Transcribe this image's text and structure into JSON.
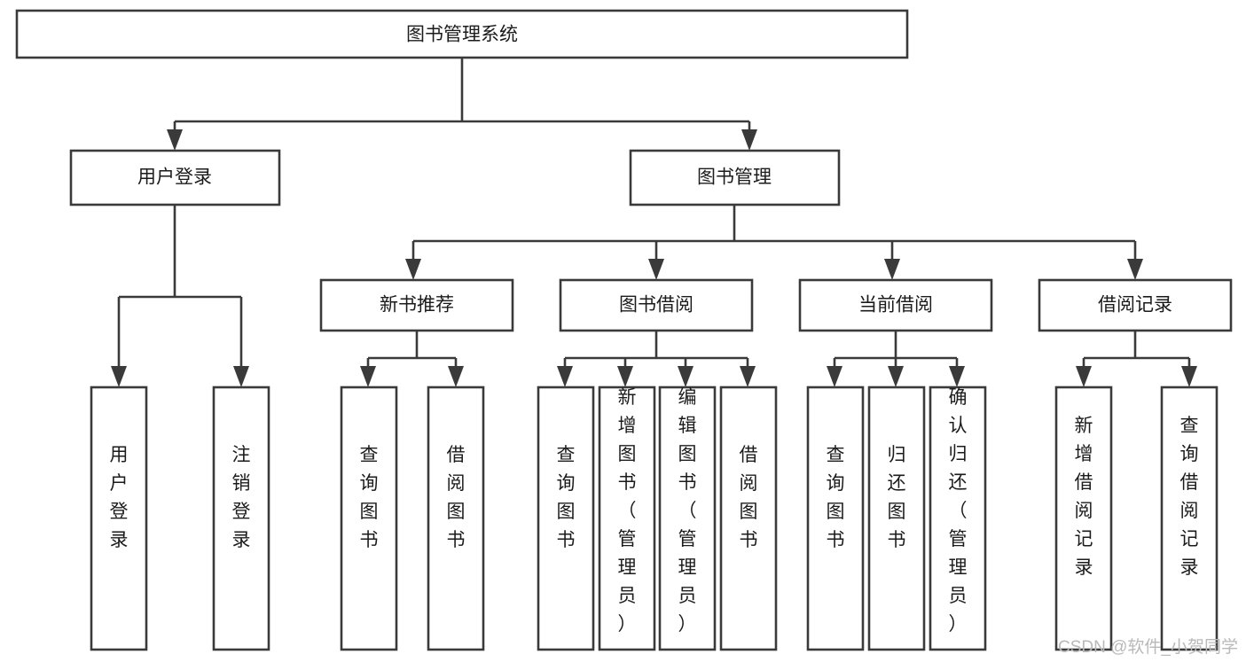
{
  "diagram": {
    "type": "tree",
    "title": "图书管理系统",
    "orientation": "top-down",
    "colors": {
      "box_fill": "#ffffff",
      "box_stroke": "#3a3a3a",
      "text": "#1b1b1b",
      "background": "#ffffff",
      "watermark": "#b9b9b9"
    },
    "levels": [
      {
        "level": 1,
        "nodes": [
          {
            "id": "root",
            "label": "图书管理系统",
            "orientation": "horizontal"
          }
        ]
      },
      {
        "level": 2,
        "nodes": [
          {
            "id": "login",
            "label": "用户登录",
            "orientation": "horizontal",
            "parent": "root"
          },
          {
            "id": "bookmgmt",
            "label": "图书管理",
            "orientation": "horizontal",
            "parent": "root"
          }
        ]
      },
      {
        "level": 3,
        "nodes": [
          {
            "id": "newbook",
            "label": "新书推荐",
            "orientation": "horizontal",
            "parent": "bookmgmt"
          },
          {
            "id": "borrow",
            "label": "图书借阅",
            "orientation": "horizontal",
            "parent": "bookmgmt"
          },
          {
            "id": "current",
            "label": "当前借阅",
            "orientation": "horizontal",
            "parent": "bookmgmt"
          },
          {
            "id": "record",
            "label": "借阅记录",
            "orientation": "horizontal",
            "parent": "bookmgmt"
          }
        ]
      },
      {
        "level": 4,
        "nodes": [
          {
            "id": "leaf-1",
            "label": "用户登录",
            "orientation": "vertical",
            "parent": "login"
          },
          {
            "id": "leaf-2",
            "label": "注销登录",
            "orientation": "vertical",
            "parent": "login"
          },
          {
            "id": "leaf-3",
            "label": "查询图书",
            "orientation": "vertical",
            "parent": "newbook"
          },
          {
            "id": "leaf-4",
            "label": "借阅图书",
            "orientation": "vertical",
            "parent": "newbook"
          },
          {
            "id": "leaf-5",
            "label": "查询图书",
            "orientation": "vertical",
            "parent": "borrow"
          },
          {
            "id": "leaf-6",
            "label": "新增图书（管理员）",
            "orientation": "vertical",
            "parent": "borrow"
          },
          {
            "id": "leaf-7",
            "label": "编辑图书（管理员）",
            "orientation": "vertical",
            "parent": "borrow"
          },
          {
            "id": "leaf-8",
            "label": "借阅图书",
            "orientation": "vertical",
            "parent": "borrow"
          },
          {
            "id": "leaf-9",
            "label": "查询图书",
            "orientation": "vertical",
            "parent": "current"
          },
          {
            "id": "leaf-10",
            "label": "归还图书",
            "orientation": "vertical",
            "parent": "current"
          },
          {
            "id": "leaf-11",
            "label": "确认归还（管理员）",
            "orientation": "vertical",
            "parent": "current"
          },
          {
            "id": "leaf-12",
            "label": "新增借阅记录",
            "orientation": "vertical",
            "parent": "record"
          },
          {
            "id": "leaf-13",
            "label": "查询借阅记录",
            "orientation": "vertical",
            "parent": "record"
          }
        ]
      }
    ]
  },
  "watermark": {
    "text": "CSDN @软件_小贺同学"
  }
}
